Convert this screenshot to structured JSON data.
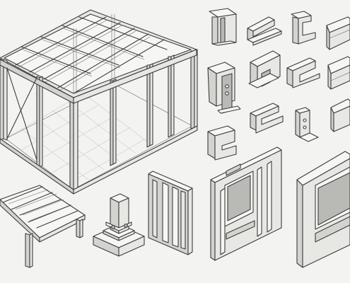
{
  "palette": {
    "background": "#f3f3f1",
    "line": "#3d3d3d",
    "face_light": "#e7e7e4",
    "face_mid": "#d3d3cf",
    "face_dark": "#b9b9b5"
  },
  "components": [
    {
      "id": "frame-structure",
      "kind": "steel-frame"
    },
    {
      "id": "column-i-section",
      "kind": "steel-profile"
    },
    {
      "id": "beam-i-section",
      "kind": "steel-profile"
    },
    {
      "id": "channel-section",
      "kind": "steel-profile"
    },
    {
      "id": "angle-section",
      "kind": "steel-profile"
    },
    {
      "id": "connector-plate",
      "kind": "connector"
    },
    {
      "id": "floor-deck-panel",
      "kind": "panel"
    },
    {
      "id": "column-base-plate",
      "kind": "footing"
    },
    {
      "id": "stud-wall-panel",
      "kind": "panel"
    },
    {
      "id": "window-wall-panel",
      "kind": "panel"
    },
    {
      "id": "window-frame-module",
      "kind": "panel"
    }
  ]
}
